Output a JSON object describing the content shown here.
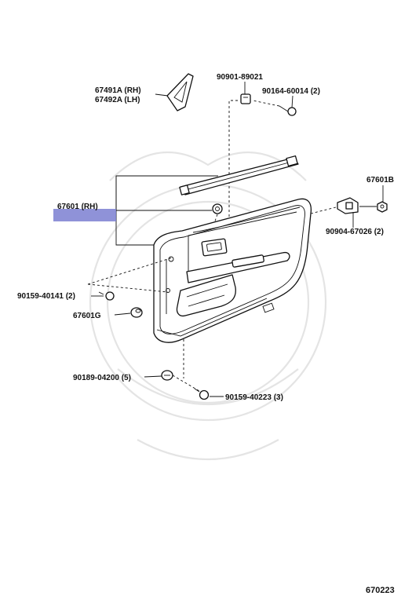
{
  "labels": {
    "p67491a": "67491A (RH)",
    "p67492a": "67492A (LH)",
    "p90901": "90901-89021",
    "p90164": "90164-60014 (2)",
    "p67601b": "67601B",
    "p67601": "67601 (RH)",
    "p90904": "90904-67026 (2)",
    "p90159a": "90159-40141 (2)",
    "p67601g": "67601G",
    "p90189": "90189-04200 (5)",
    "p90159b": "90159-40223 (3)"
  },
  "diagram_id": "670223",
  "colors": {
    "highlight": "#7b7fd1",
    "ink": "#111111",
    "watermark": "#e4e4e4"
  }
}
